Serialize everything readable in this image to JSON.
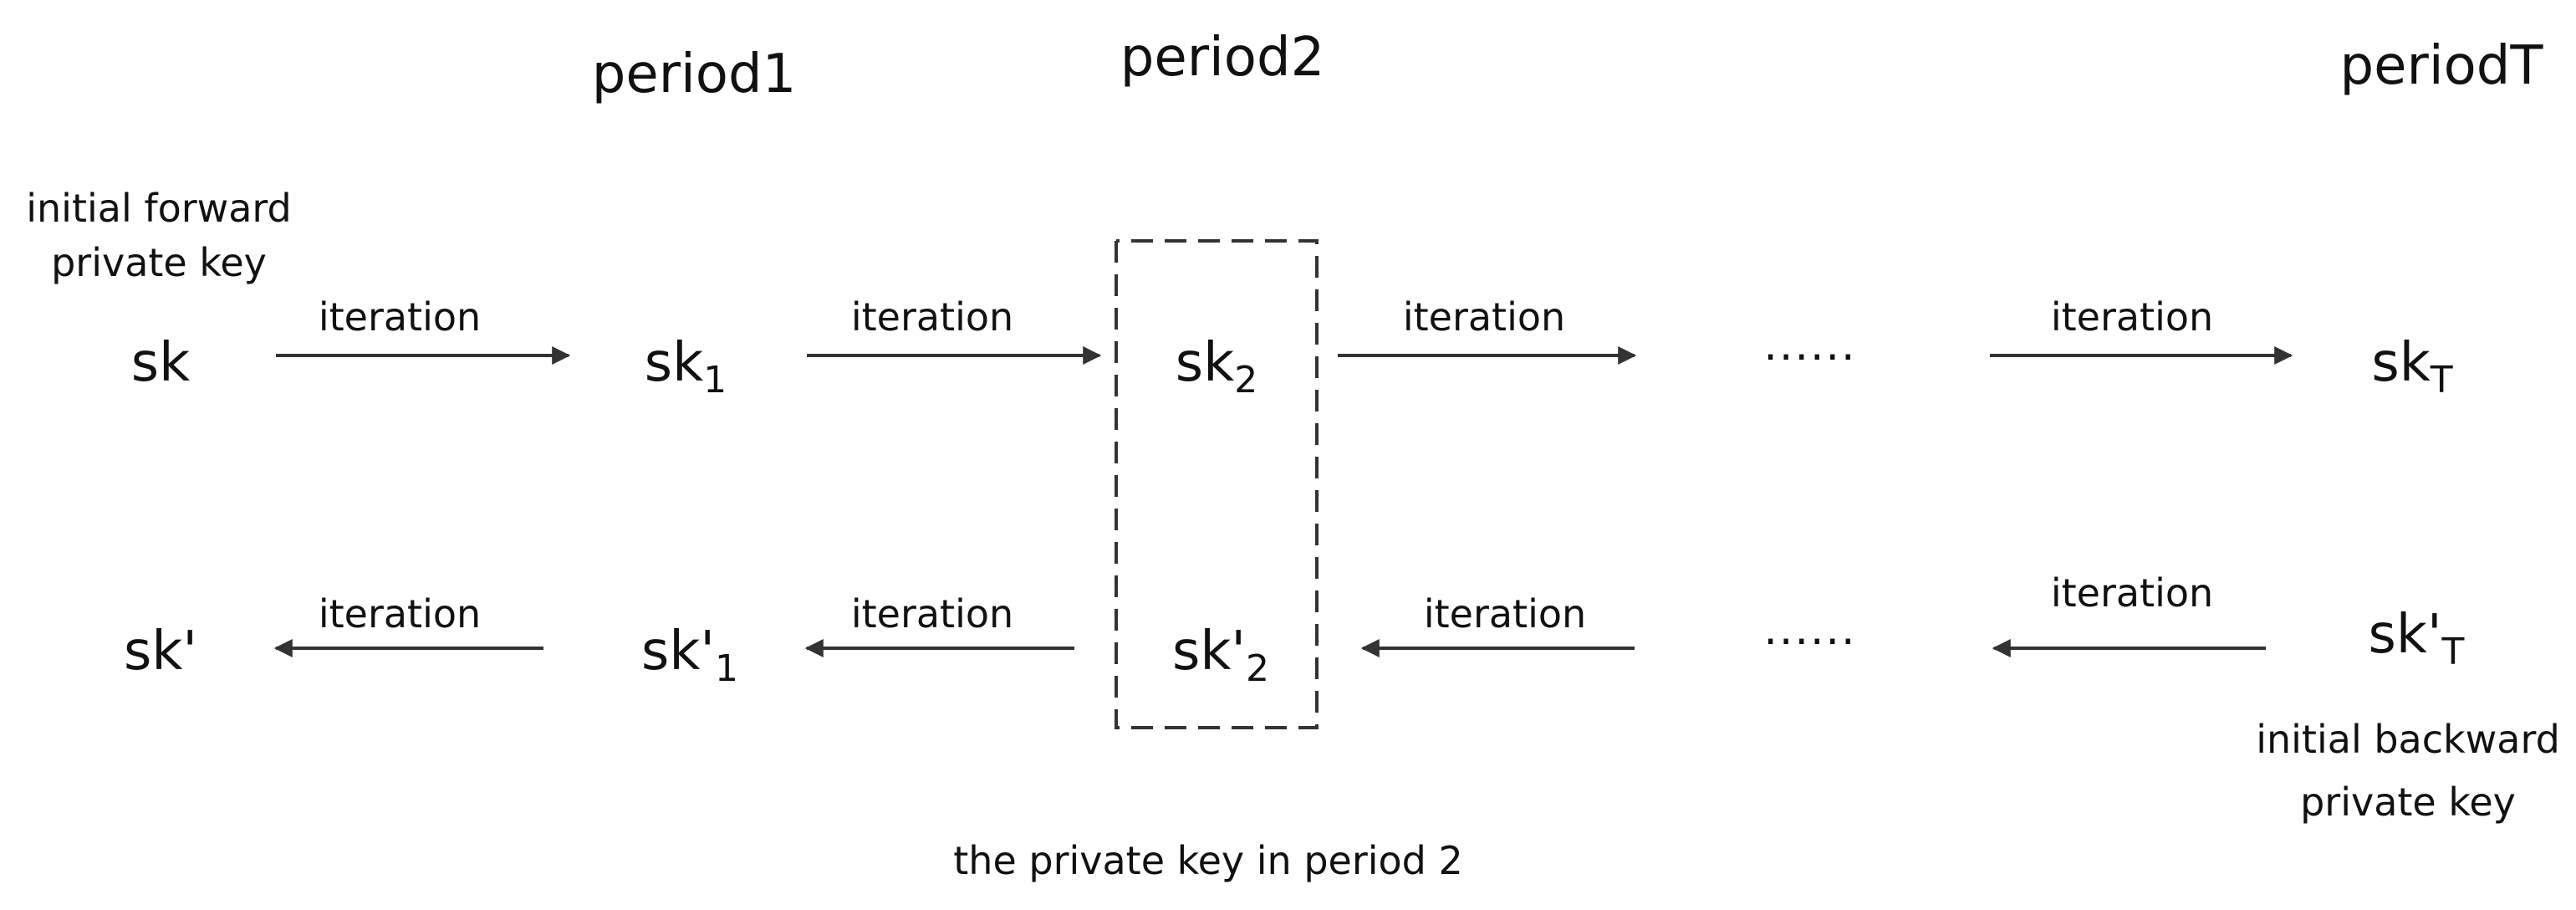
{
  "periods": {
    "p1": "period1",
    "p2": "period2",
    "pT": "periodT"
  },
  "notes": {
    "forward_line1": "initial forward",
    "forward_line2": "private key",
    "backward_line1": "initial backward",
    "backward_line2": "private key",
    "period2_box": "the private key in period 2"
  },
  "forward_row": {
    "n0": {
      "base": "sk",
      "sub": ""
    },
    "n1": {
      "base": "sk",
      "sub": "1"
    },
    "n2": {
      "base": "sk",
      "sub": "2"
    },
    "ellipsis": "......",
    "nT": {
      "base": "sk",
      "sub": "T"
    }
  },
  "backward_row": {
    "n0": {
      "base": "sk'",
      "sub": ""
    },
    "n1": {
      "base": "sk'",
      "sub": "1"
    },
    "n2": {
      "base": "sk'",
      "sub": "2"
    },
    "ellipsis": "......",
    "nT": {
      "base": "sk'",
      "sub": "T"
    }
  },
  "edge_label": "iteration",
  "colors": {
    "stroke": "#333333",
    "text": "#111111"
  }
}
